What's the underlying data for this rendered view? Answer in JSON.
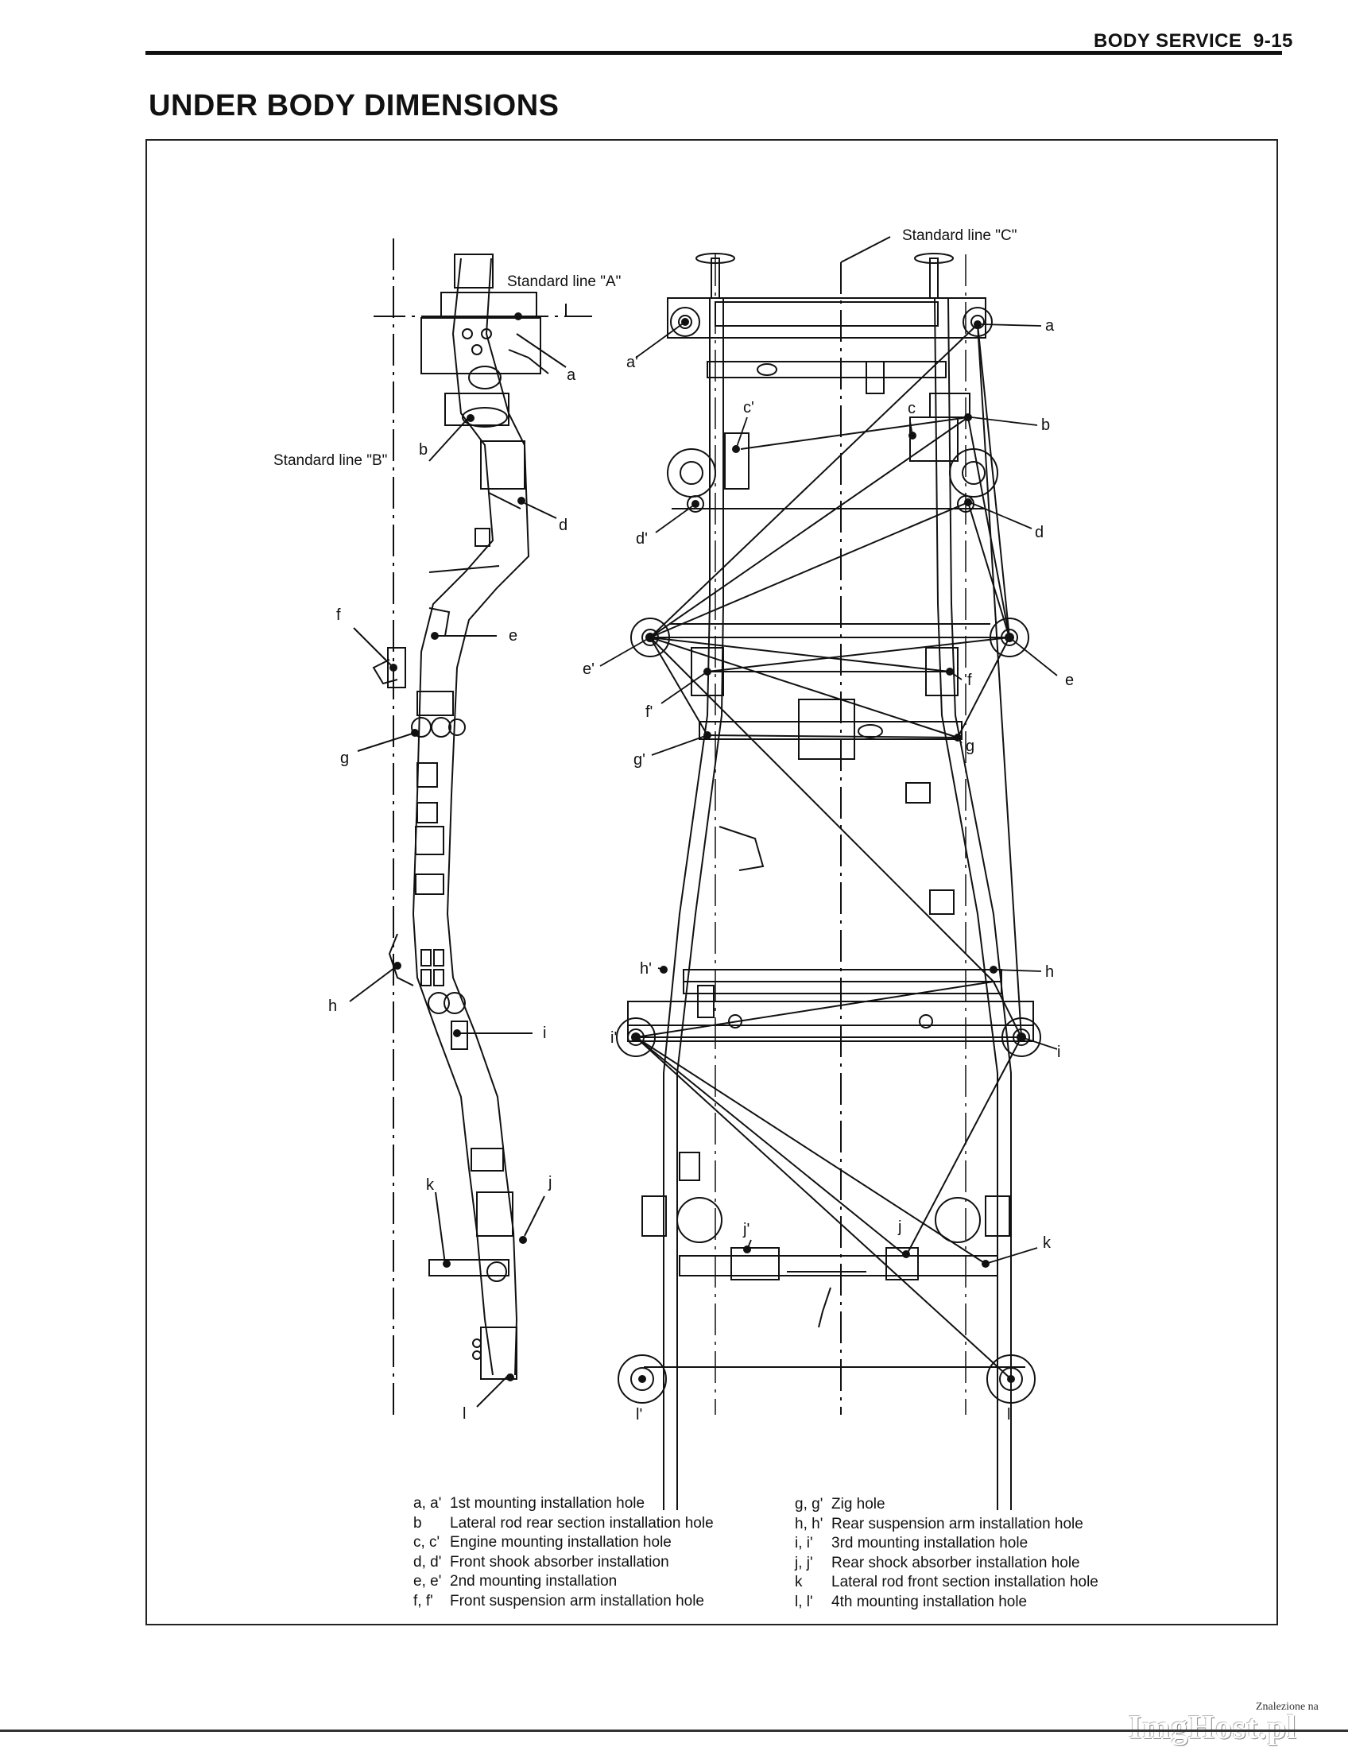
{
  "header": {
    "section": "BODY SERVICE",
    "page": "9-15"
  },
  "title": "UNDER BODY DIMENSIONS",
  "diagram": {
    "standard_lines": [
      "Standard line \"A\"",
      "Standard line \"B\"",
      "Standard line \"C\""
    ],
    "side_labels": [
      "a",
      "b",
      "d",
      "e",
      "f",
      "g",
      "h",
      "i",
      "k",
      "j",
      "l"
    ],
    "top_labels": [
      "a'",
      "a",
      "c'",
      "c",
      "b",
      "d'",
      "d",
      "e'",
      "e",
      "f'",
      "f",
      "g'",
      "g",
      "h'",
      "h",
      "i'",
      "i",
      "j'",
      "j",
      "k",
      "l'",
      "l"
    ]
  },
  "legend": {
    "left": [
      {
        "code": "a, a'",
        "text": "1st mounting installation hole"
      },
      {
        "code": "b",
        "text": "Lateral rod rear section installation hole"
      },
      {
        "code": "c, c'",
        "text": "Engine mounting installation hole"
      },
      {
        "code": "d, d'",
        "text": "Front shook absorber installation"
      },
      {
        "code": "e, e'",
        "text": "2nd mounting installation"
      },
      {
        "code": "f, f'",
        "text": "Front suspension arm installation hole"
      }
    ],
    "right": [
      {
        "code": "g, g'",
        "text": "Zig hole"
      },
      {
        "code": "h, h'",
        "text": "Rear suspension arm installation hole"
      },
      {
        "code": "i, i'",
        "text": "3rd mounting installation hole"
      },
      {
        "code": "j, j'",
        "text": "Rear shock absorber installation hole"
      },
      {
        "code": "k",
        "text": "Lateral rod front section installation hole"
      },
      {
        "code": "l, l'",
        "text": "4th mounting installation hole"
      }
    ]
  },
  "watermark": {
    "small": "Znalezione na",
    "big": "ImgHost.pl"
  }
}
